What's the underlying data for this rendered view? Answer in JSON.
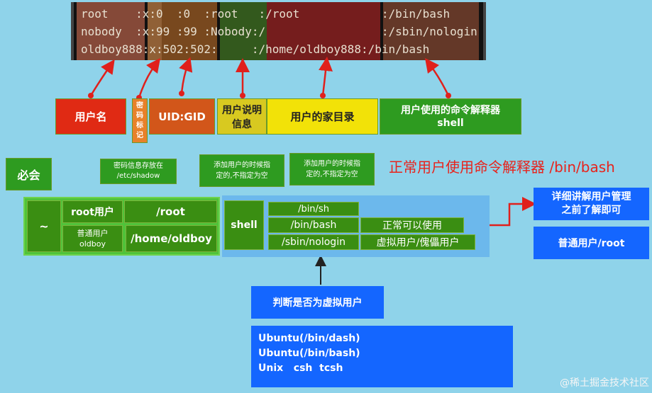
{
  "terminal": {
    "lines": [
      "root    :x:0  :0  :root   :/root            :/bin/bash",
      "nobody  :x:99 :99 :Nobody:/                 :/sbin/nologin",
      "oldboy888:x:502:502:     :/home/oldboy888:/bin/bash"
    ]
  },
  "field_labels": {
    "username": "用户名",
    "password_mark": "密码标记",
    "uid_gid": "UID:GID",
    "description": "用户说明信息",
    "home": "用户的家目录",
    "shell": "用户使用的命令解释器\nshell"
  },
  "notes": {
    "must_know": "必会",
    "shadow": "密码信息存放在\n/etc/shadow",
    "desc_note_1": "添加用户的时候指\n定的,不指定为空",
    "desc_note_2": "添加用户的时候指\n定的,不指定为空",
    "normal_shell": "正常用户使用命令解释器 /bin/bash"
  },
  "home_table": {
    "tilde": "~",
    "root_user": "root用户",
    "root_path": "/root",
    "normal_user": "普通用户\noldboy",
    "normal_path": "/home/oldboy"
  },
  "shell_table": {
    "label": "shell",
    "rows": [
      "/bin/sh",
      "/bin/bash",
      "/sbin/nologin"
    ],
    "bash_desc": "正常可以使用",
    "nologin_desc": "虚拟用户/傀儡用户"
  },
  "right_boxes": {
    "detail": "详细讲解用户管理\n之前了解即可",
    "normal_root": "普通用户/root"
  },
  "judge": "判断是否为虚拟用户",
  "ubuntu": [
    "Ubuntu(/bin/dash)",
    "Ubuntu(/bin/bash)",
    "Unix   csh  tcsh"
  ],
  "watermark": "@稀土掘金技术社区"
}
